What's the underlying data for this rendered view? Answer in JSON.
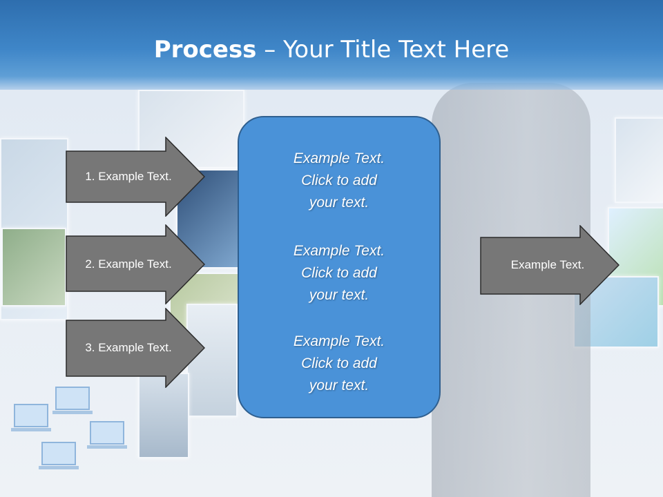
{
  "slide": {
    "title_bold": "Process",
    "title_rest": " – Your Title Text Here"
  },
  "left_arrows": [
    {
      "label": "1. Example Text."
    },
    {
      "label": "2. Example Text."
    },
    {
      "label": "3. Example Text."
    }
  ],
  "center_box": {
    "items": [
      {
        "line1": "Example Text.",
        "line2": "Click  to add",
        "line3": "your text."
      },
      {
        "line1": "Example Text.",
        "line2": "Click  to add",
        "line3": "your text."
      },
      {
        "line1": "Example Text.",
        "line2": "Click  to add",
        "line3": "your text."
      }
    ]
  },
  "right_arrow": {
    "label": "Example Text."
  },
  "colors": {
    "header": "#3f86c8",
    "arrow_fill": "#777777",
    "arrow_stroke": "#2b2b2b",
    "center_fill": "#4a92d8",
    "center_stroke": "#2f5f8f"
  }
}
